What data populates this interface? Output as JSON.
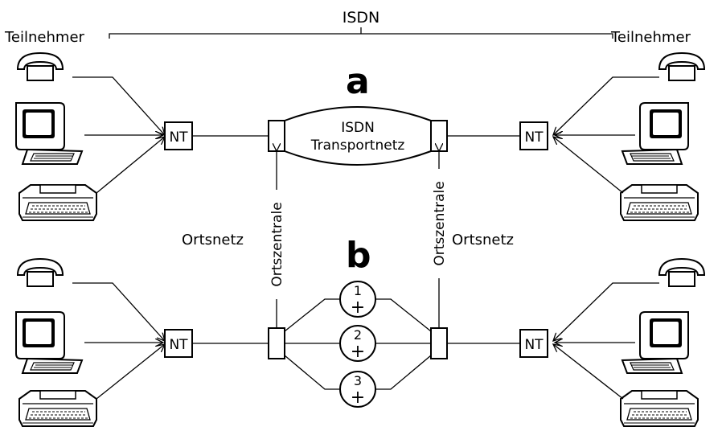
{
  "header": {
    "network_label": "ISDN"
  },
  "subscribers": {
    "left_label": "Teilnehmer",
    "right_label": "Teilnehmer"
  },
  "network_terminal_label": "NT",
  "panel_a": {
    "letter": "a",
    "cloud_line1": "ISDN",
    "cloud_line2": "Transportnetz"
  },
  "panel_b": {
    "letter": "b",
    "channels": [
      {
        "number": "1",
        "symbol": "+"
      },
      {
        "number": "2",
        "symbol": "+"
      },
      {
        "number": "3",
        "symbol": "+"
      }
    ]
  },
  "exchange_label": "Ortszentrale",
  "local_network_label": "Ortsnetz",
  "devices": [
    "telephone-icon",
    "computer-terminal-icon",
    "teleprinter-icon"
  ]
}
